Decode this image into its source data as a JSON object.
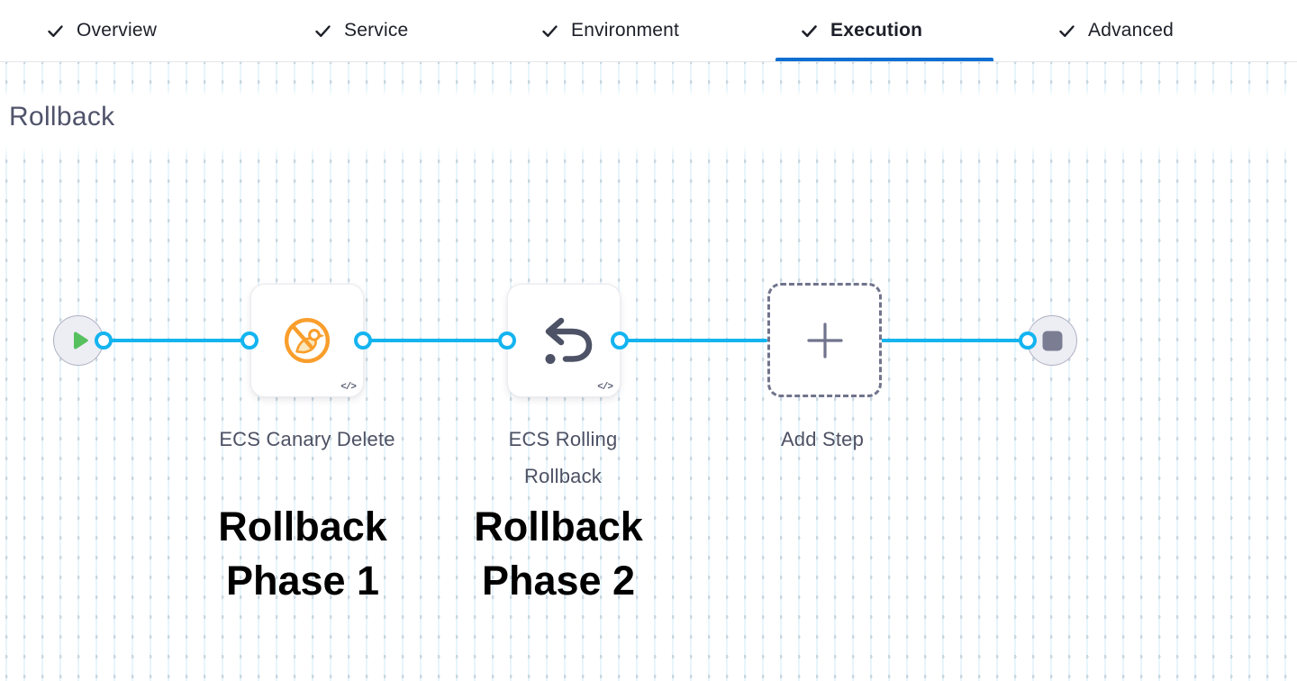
{
  "header": {
    "tabs": [
      {
        "label": "Overview",
        "completed": true,
        "active": false
      },
      {
        "label": "Service",
        "completed": true,
        "active": false
      },
      {
        "label": "Environment",
        "completed": true,
        "active": false
      },
      {
        "label": "Execution",
        "completed": true,
        "active": true
      },
      {
        "label": "Advanced",
        "completed": true,
        "active": false
      }
    ]
  },
  "canvas": {
    "section_title": "Rollback",
    "steps": [
      {
        "label": "ECS Canary Delete",
        "icon": "ecs-canary-delete-icon",
        "badge": "</>",
        "annotation": "Rollback Phase 1"
      },
      {
        "label": "ECS Rolling Rollback",
        "icon": "ecs-rolling-rollback-icon",
        "badge": "</>",
        "annotation": "Rollback Phase 2"
      }
    ],
    "add_step": {
      "label": "Add Step"
    },
    "nodes": {
      "start": "play-icon",
      "end": "stop-icon"
    }
  },
  "colors": {
    "edge_blue": "#14b4ef",
    "active_tab_blue": "#0d6fd1",
    "canary_orange": "#f99e2c",
    "play_green": "#57c05e",
    "slate_icon": "#4d5266",
    "grid_dot": "#c9d7e1"
  }
}
